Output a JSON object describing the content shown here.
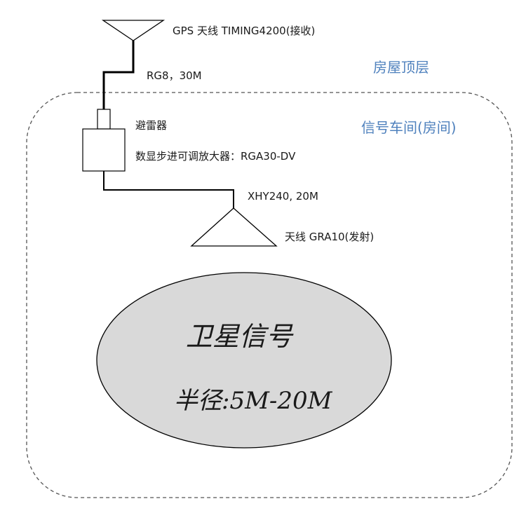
{
  "labels": {
    "gps_antenna": "GPS 天线 TIMING4200(接收)",
    "cable_top": "RG8，30M",
    "roof": "房屋顶层",
    "room": "信号车间(房间)",
    "lightning_arrester": "避雷器",
    "amplifier": "数显步进可调放大器：RGA30-DV",
    "cable_bottom": "XHY240, 20M",
    "tx_antenna": "天线 GRA10(发射)"
  },
  "coverage": {
    "title": "卫星信号",
    "radius_label": "半径:5M-20M"
  },
  "colors": {
    "zone_label": "#4f81bd",
    "ellipse_fill": "#d9d9d9",
    "line": "#000000",
    "dashed_border": "#555555"
  }
}
